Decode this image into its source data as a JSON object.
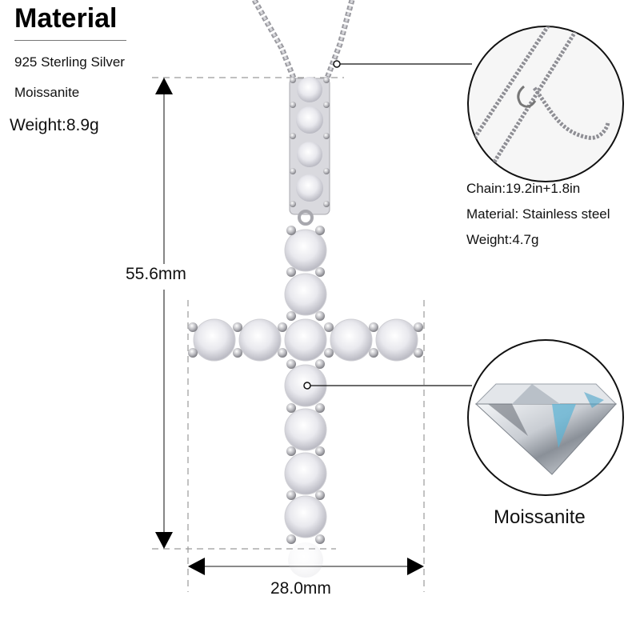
{
  "material_panel": {
    "title": "Material",
    "items": [
      "925 Sterling Silver",
      "Moissanite"
    ],
    "weight": "Weight:8.9g"
  },
  "dimensions": {
    "height": "55.6mm",
    "width": "28.0mm"
  },
  "chain_detail": {
    "specs": [
      "Chain:19.2in+1.8in",
      "Material: Stainless steel",
      "Weight:4.7g"
    ]
  },
  "stone_detail": {
    "label": "Moissanite"
  },
  "colors": {
    "text": "#111111",
    "dim_line": "#444444",
    "dash": "#9a9a9a",
    "silver": "#c8c8cc",
    "stone": "#eeeef2"
  }
}
